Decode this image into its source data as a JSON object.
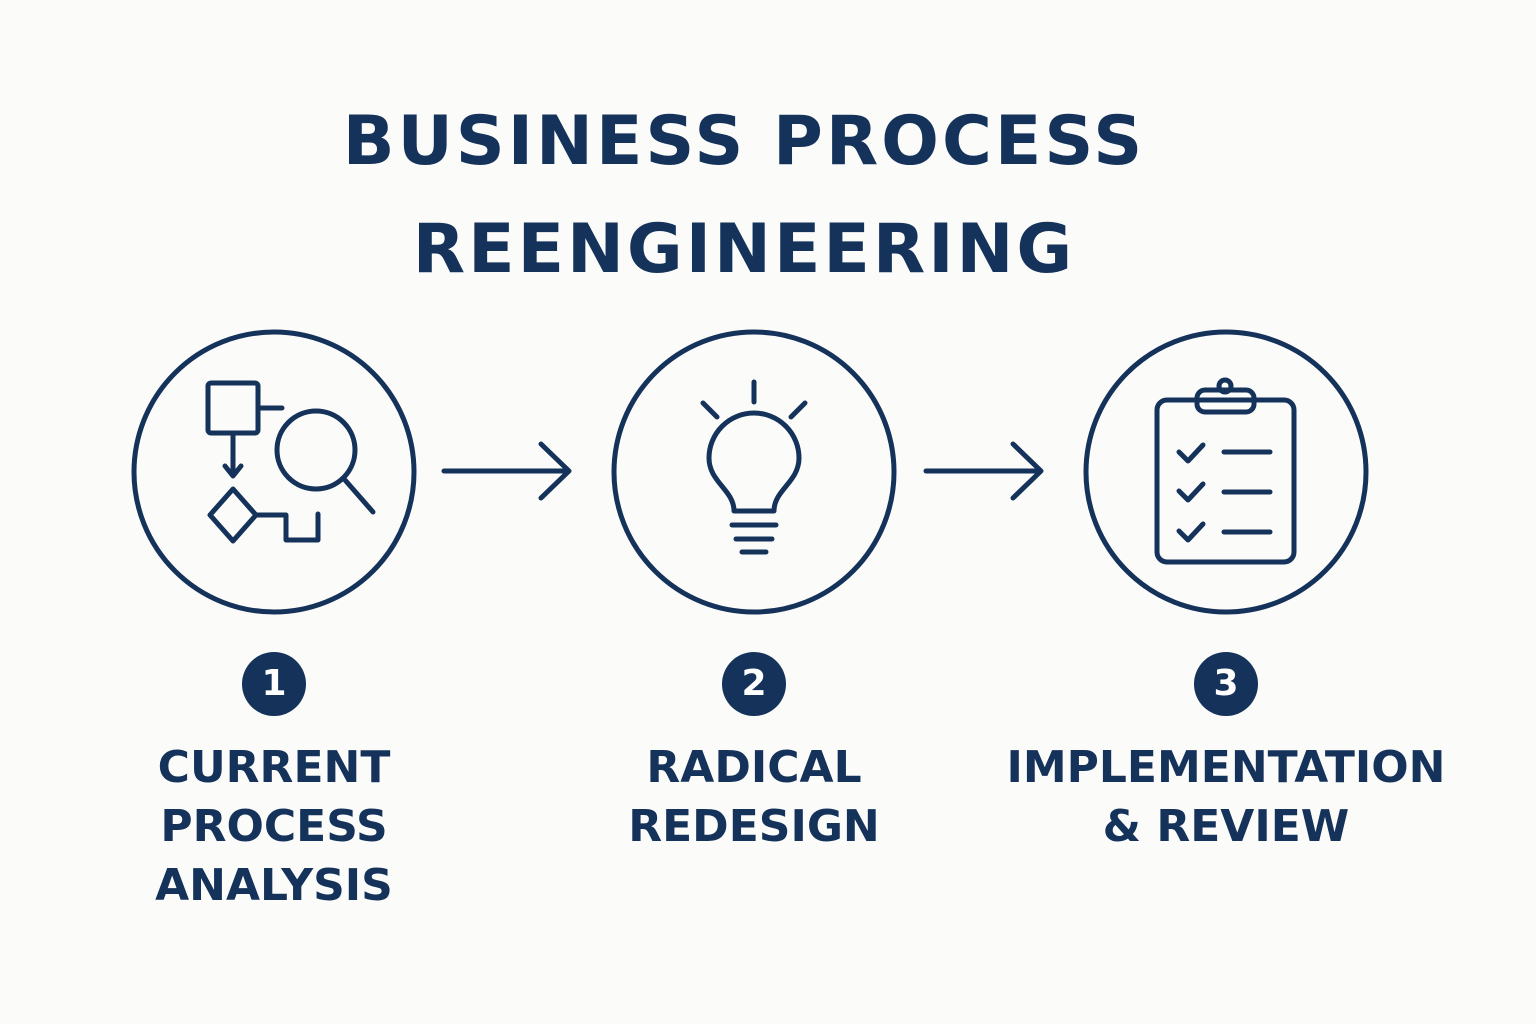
{
  "title": {
    "line1": "BUSINESS PROCESS",
    "line2": "REENGINEERING"
  },
  "colors": {
    "primary": "#14325a",
    "background": "#fbfbfa"
  },
  "steps": [
    {
      "number": "1",
      "icon": "flowchart-magnifier-icon",
      "label_lines": [
        "CURRENT",
        "PROCESS",
        "ANALYSIS"
      ]
    },
    {
      "number": "2",
      "icon": "lightbulb-icon",
      "label_lines": [
        "RADICAL",
        "REDESIGN"
      ]
    },
    {
      "number": "3",
      "icon": "clipboard-checklist-icon",
      "label_lines": [
        "IMPLEMENTATION",
        "& REVIEW"
      ]
    }
  ]
}
